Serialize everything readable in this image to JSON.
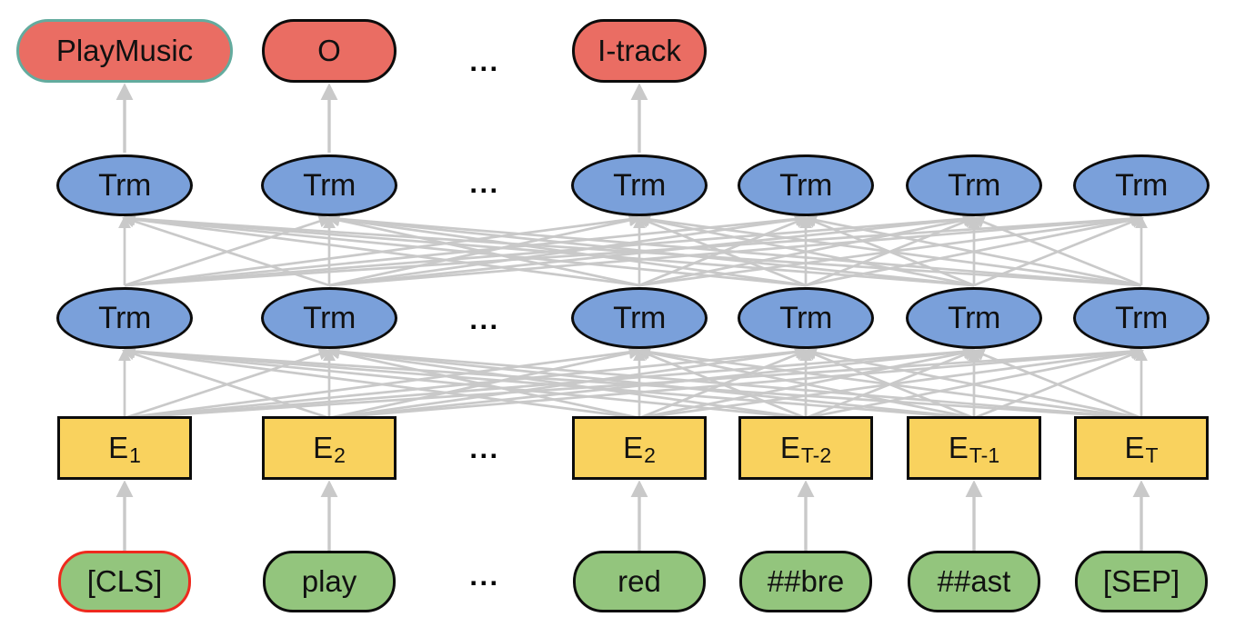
{
  "diagram": {
    "rows": {
      "outputs": {
        "ellipsis": "...",
        "nodes": [
          {
            "label": "PlayMusic",
            "variant": "intent"
          },
          {
            "label": "O",
            "variant": "slot"
          },
          {
            "label": "I-track",
            "variant": "slot"
          }
        ]
      },
      "encoder_top": {
        "ellipsis": "...",
        "nodes": [
          {
            "label": "Trm"
          },
          {
            "label": "Trm"
          },
          {
            "label": "Trm"
          },
          {
            "label": "Trm"
          },
          {
            "label": "Trm"
          },
          {
            "label": "Trm"
          }
        ]
      },
      "encoder_bottom": {
        "ellipsis": "...",
        "nodes": [
          {
            "label": "Trm"
          },
          {
            "label": "Trm"
          },
          {
            "label": "Trm"
          },
          {
            "label": "Trm"
          },
          {
            "label": "Trm"
          },
          {
            "label": "Trm"
          }
        ]
      },
      "embeddings": {
        "ellipsis": "...",
        "nodes": [
          {
            "main": "E",
            "sub": "1"
          },
          {
            "main": "E",
            "sub": "2"
          },
          {
            "main": "E",
            "sub": "2"
          },
          {
            "main": "E",
            "sub": "T-2"
          },
          {
            "main": "E",
            "sub": "T-1"
          },
          {
            "main": "E",
            "sub": "T"
          }
        ]
      },
      "tokens": {
        "ellipsis": "...",
        "nodes": [
          {
            "label": "[CLS]",
            "variant": "cls"
          },
          {
            "label": "play",
            "variant": "word"
          },
          {
            "label": "red",
            "variant": "word"
          },
          {
            "label": "##bre",
            "variant": "word"
          },
          {
            "label": "##ast",
            "variant": "word"
          },
          {
            "label": "[SEP]",
            "variant": "word"
          }
        ]
      }
    },
    "colors": {
      "output_fill": "#ea6d63",
      "intent_border": "#63ab9e",
      "trm_fill": "#7aa0da",
      "embedding_fill": "#f9d25e",
      "token_fill": "#93c57d",
      "cls_border": "#ee2a1e",
      "node_border": "#0c0c0c",
      "arrow": "#c9c9c9"
    }
  }
}
